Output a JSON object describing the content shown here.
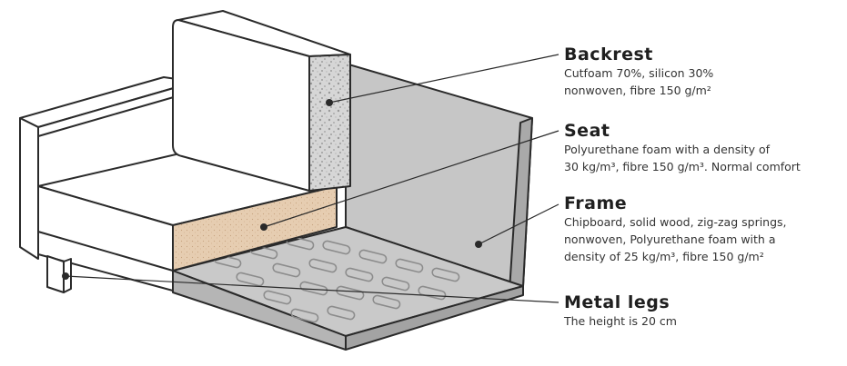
{
  "labels": {
    "backrest": {
      "title": "Backrest",
      "desc": "Cutfoam 70%, silicon 30%\nnonwoven, fibre 150 g/m²"
    },
    "seat": {
      "title": "Seat",
      "desc": "Polyurethane foam with a density of\n30 kg/m³, fibre 150 g/m³. Normal comfort"
    },
    "frame": {
      "title": "Frame",
      "desc": "Chipboard, solid wood, zig-zag springs,\nnonwoven, Polyurethane foam with a\ndensity of 25 kg/m³, fibre 150 g/m²"
    },
    "legs": {
      "title": "Metal legs",
      "desc": "The height is 20 cm"
    }
  },
  "colors": {
    "outline": "#2a2a2a",
    "frame_fill": "#c9c9c9",
    "seat_foam": "#e3c9ad",
    "backrest_fill": "#d4d4d4",
    "cushion_fill": "#ffffff"
  }
}
